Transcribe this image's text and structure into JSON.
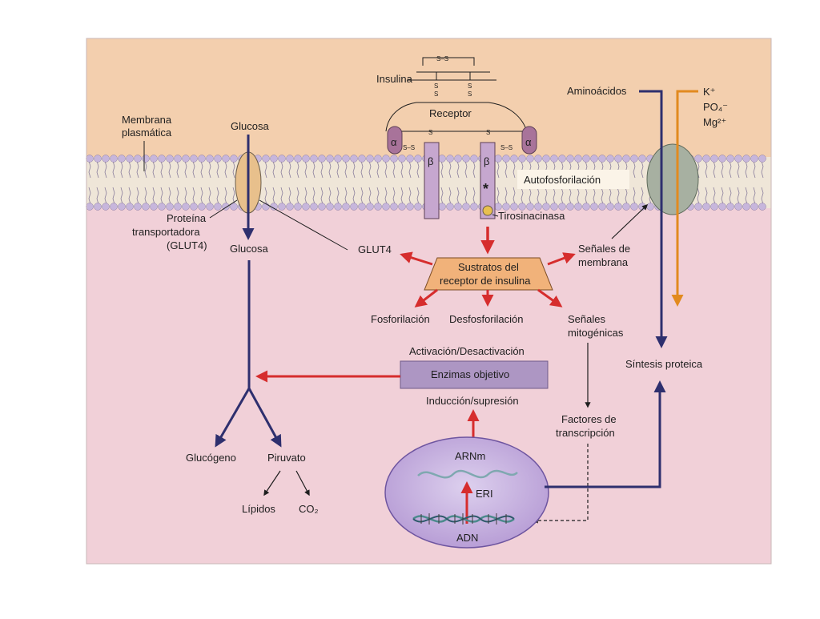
{
  "labels": {
    "insulina": "Insulina",
    "receptor": "Receptor",
    "alpha": "α",
    "beta": "β",
    "asterisk": "*",
    "ss": "S–S",
    "s": "S",
    "membrana_1": "Membrana",
    "membrana_2": "plasmática",
    "glucosa_top": "Glucosa",
    "glucosa_mid": "Glucosa",
    "proteina_1": "Proteína",
    "proteina_2": "transportadora",
    "proteina_3": "(GLUT4)",
    "glut4": "GLUT4",
    "tirosinacinasa": "Tirosinacinasa",
    "autofosforilacion": "Autofosforilación",
    "sustratos_1": "Sustratos del",
    "sustratos_2": "receptor de insulina",
    "senales_membrana_1": "Señales de",
    "senales_membrana_2": "membrana",
    "fosforilacion": "Fosforilación",
    "desfosforilacion": "Desfosforilación",
    "senales_mito_1": "Señales",
    "senales_mito_2": "mitogénicas",
    "aminoacidos": "Aminoácidos",
    "ion_k": "K⁺",
    "ion_po4": "PO₄⁻",
    "ion_mg": "Mg²⁺",
    "activacion": "Activación/Desactivación",
    "enzimas": "Enzimas objetivo",
    "induccion": "Inducción/supresión",
    "sintesis": "Síntesis proteica",
    "factores_1": "Factores de",
    "factores_2": "transcripción",
    "glucogeno": "Glucógeno",
    "piruvato": "Piruvato",
    "lipidos": "Lípidos",
    "co2": "CO₂",
    "arnm": "ARNm",
    "eri": "ERI",
    "adn": "ADN"
  },
  "colors": {
    "extracellular": "#f3cfae",
    "cytoplasm": "#f1d0d8",
    "lipid_head": "#c7b6dc",
    "receptor_beta": "#c6a7cf",
    "receptor_alpha": "#a8739a",
    "red_arrow": "#d62d2d",
    "navy_arrow": "#2e2f6e",
    "orange_arrow": "#e28a1f",
    "substrate_fill": "#f1b27a",
    "enzymes_fill": "#ad96c3",
    "nucleus_fill": "#c9b3e1",
    "channel_fill": "#a7b0a1",
    "transporter_fill": "#e8c08c"
  }
}
